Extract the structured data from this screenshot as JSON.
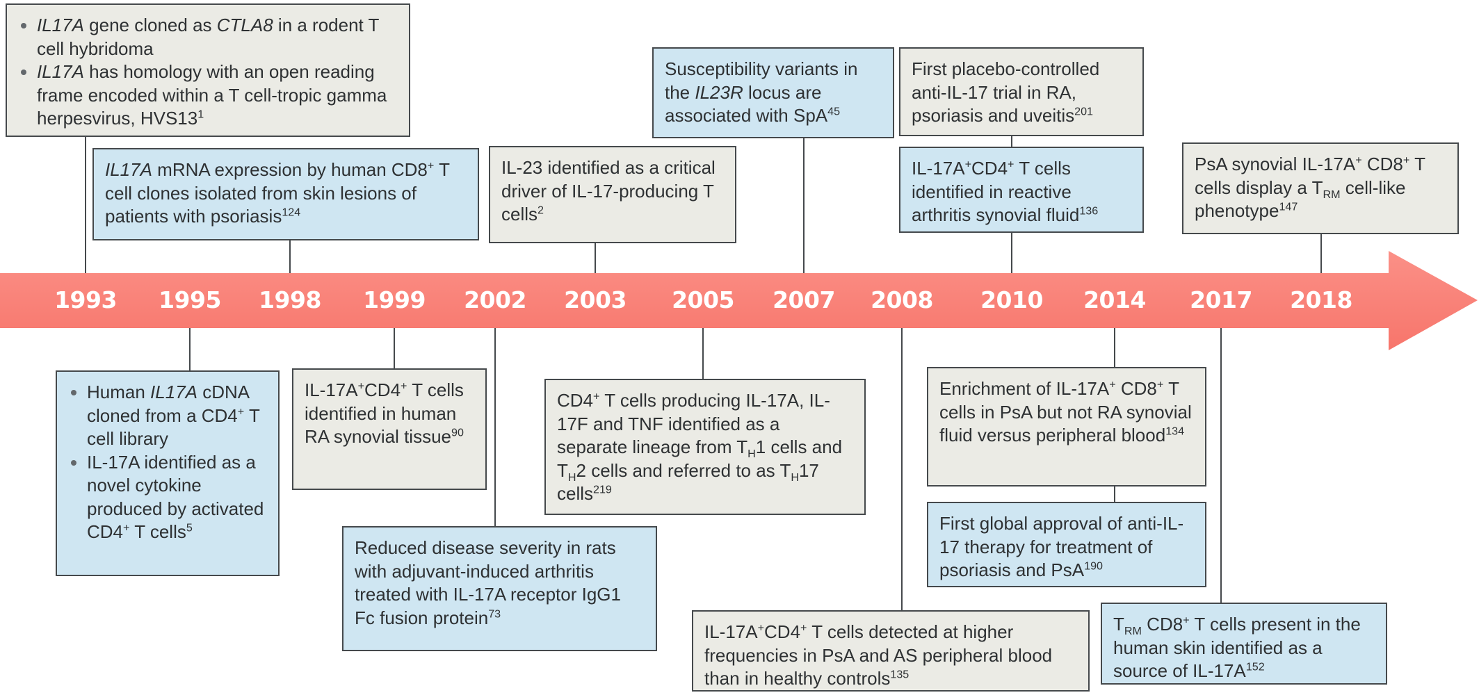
{
  "figure": {
    "description": "Timeline of IL-17 research milestones",
    "colors": {
      "arrow_gradient_top": "#fb9087",
      "arrow_gradient_bottom": "#f7756b",
      "box_blue": "#cfe6f2",
      "box_grey": "#ebebe5",
      "border": "#45494c",
      "connector": "#45494c",
      "text": "#2e3133",
      "year_text": "#ffffff"
    }
  },
  "timeline": {
    "years": [
      "1993",
      "1995",
      "1998",
      "1999",
      "2002",
      "2003",
      "2005",
      "2007",
      "2008",
      "2010",
      "2014",
      "2017",
      "2018"
    ],
    "arrow_icon": "right-arrow"
  },
  "events": {
    "gene_cloned": {
      "year": "1993",
      "color": "grey",
      "position": "above",
      "bullets": [
        [
          {
            "t": "IL17A",
            "s": "i"
          },
          {
            "t": " gene cloned as "
          },
          {
            "t": "CTLA8",
            "s": "i"
          },
          {
            "t": " in a rodent T cell hybridoma"
          }
        ],
        [
          {
            "t": "IL17A",
            "s": "i"
          },
          {
            "t": " has homology with an open reading frame encoded within a T cell-tropic gamma herpesvirus, HVS13"
          },
          {
            "t": "1",
            "s": "sup"
          }
        ]
      ]
    },
    "mrna_expression": {
      "year": "1998",
      "color": "blue",
      "position": "above",
      "text": [
        {
          "t": "IL17A",
          "s": "i"
        },
        {
          "t": " mRNA expression by human CD8"
        },
        {
          "t": "+",
          "s": "sup"
        },
        {
          "t": " T cell clones isolated from skin lesions of patients with psoriasis"
        },
        {
          "t": "124",
          "s": "sup"
        }
      ]
    },
    "il23_driver": {
      "year": "2003",
      "color": "grey",
      "position": "above",
      "text": [
        {
          "t": "IL-23 identified as a critical driver of IL-17-producing T cells"
        },
        {
          "t": "2",
          "s": "sup"
        }
      ]
    },
    "susceptibility_variants": {
      "year": "2007",
      "color": "blue",
      "position": "above",
      "text": [
        {
          "t": "Susceptibility variants in the "
        },
        {
          "t": "IL23R",
          "s": "i"
        },
        {
          "t": " locus are associated with SpA"
        },
        {
          "t": "45",
          "s": "sup"
        }
      ]
    },
    "placebo_trial": {
      "year": "2010",
      "color": "grey",
      "position": "above",
      "text": [
        {
          "t": "First placebo-controlled anti-IL-17 trial in RA, psoriasis and uveitis"
        },
        {
          "t": "201",
          "s": "sup"
        }
      ]
    },
    "reactive_arthritis": {
      "year": "2010",
      "color": "blue",
      "position": "above",
      "text": [
        {
          "t": "IL-17A"
        },
        {
          "t": "+",
          "s": "sup"
        },
        {
          "t": "CD4"
        },
        {
          "t": "+",
          "s": "sup"
        },
        {
          "t": " T cells identified in reactive arthritis synovial fluid"
        },
        {
          "t": "136",
          "s": "sup"
        }
      ]
    },
    "psa_synovial": {
      "year": "2018",
      "color": "grey",
      "position": "above",
      "text": [
        {
          "t": "PsA synovial IL-17A"
        },
        {
          "t": "+",
          "s": "sup"
        },
        {
          "t": " CD8"
        },
        {
          "t": "+",
          "s": "sup"
        },
        {
          "t": " T cells display a T"
        },
        {
          "t": "RM",
          "s": "sub"
        },
        {
          "t": " cell-like phenotype"
        },
        {
          "t": "147",
          "s": "sup"
        }
      ]
    },
    "human_cdna": {
      "year": "1995",
      "color": "blue",
      "position": "below",
      "bullets": [
        [
          {
            "t": "Human "
          },
          {
            "t": "IL17A",
            "s": "i"
          },
          {
            "t": " cDNA cloned from a CD4"
          },
          {
            "t": "+",
            "s": "sup"
          },
          {
            "t": " T cell library"
          }
        ],
        [
          {
            "t": "IL-17A identified as a novel cytokine produced by activated CD4"
          },
          {
            "t": "+",
            "s": "sup"
          },
          {
            "t": " T cells"
          },
          {
            "t": "5",
            "s": "sup"
          }
        ]
      ]
    },
    "ra_synovial": {
      "year": "1999",
      "color": "grey",
      "position": "below",
      "text": [
        {
          "t": "IL-17A"
        },
        {
          "t": "+",
          "s": "sup"
        },
        {
          "t": "CD4"
        },
        {
          "t": "+",
          "s": "sup"
        },
        {
          "t": " T cells identified in human RA synovial tissue"
        },
        {
          "t": "90",
          "s": "sup"
        }
      ]
    },
    "rat_arthritis": {
      "year": "2002",
      "color": "blue",
      "position": "below",
      "text": [
        {
          "t": "Reduced disease severity in rats with adjuvant-induced arthritis treated with IL-17A receptor IgG1 Fc fusion protein"
        },
        {
          "t": "73",
          "s": "sup"
        }
      ]
    },
    "th17_lineage": {
      "year": "2005",
      "color": "grey",
      "position": "below",
      "text": [
        {
          "t": "CD4"
        },
        {
          "t": "+",
          "s": "sup"
        },
        {
          "t": " T cells producing IL-17A, IL-17F and TNF identified as a separate lineage from T"
        },
        {
          "t": "H",
          "s": "sub"
        },
        {
          "t": "1 cells and T"
        },
        {
          "t": "H",
          "s": "sub"
        },
        {
          "t": "2 cells and referred to as T"
        },
        {
          "t": "H",
          "s": "sub"
        },
        {
          "t": "17 cells"
        },
        {
          "t": "219",
          "s": "sup"
        }
      ]
    },
    "psa_enrichment": {
      "year": "2014",
      "color": "grey",
      "position": "below",
      "text": [
        {
          "t": "Enrichment of IL-17A"
        },
        {
          "t": "+",
          "s": "sup"
        },
        {
          "t": " CD8"
        },
        {
          "t": "+",
          "s": "sup"
        },
        {
          "t": " T cells in PsA but not RA synovial fluid versus peripheral blood"
        },
        {
          "t": "134",
          "s": "sup"
        }
      ]
    },
    "global_approval": {
      "year": "2014",
      "color": "blue",
      "position": "below",
      "text": [
        {
          "t": "First global approval of anti-IL-17 therapy for treatment of psoriasis and PsA"
        },
        {
          "t": "190",
          "s": "sup"
        }
      ]
    },
    "higher_frequencies": {
      "year": "2008",
      "color": "grey",
      "position": "below",
      "text": [
        {
          "t": "IL-17A"
        },
        {
          "t": "+",
          "s": "sup"
        },
        {
          "t": "CD4"
        },
        {
          "t": "+",
          "s": "sup"
        },
        {
          "t": " T cells detected at higher frequencies in PsA and AS peripheral blood than in healthy controls"
        },
        {
          "t": "135",
          "s": "sup"
        }
      ]
    },
    "trm_skin": {
      "year": "2017",
      "color": "blue",
      "position": "below",
      "text": [
        {
          "t": "T"
        },
        {
          "t": "RM",
          "s": "sub"
        },
        {
          "t": " CD8"
        },
        {
          "t": "+",
          "s": "sup"
        },
        {
          "t": " T cells present in the human skin identified as a source of IL-17A"
        },
        {
          "t": "152",
          "s": "sup"
        }
      ]
    }
  }
}
